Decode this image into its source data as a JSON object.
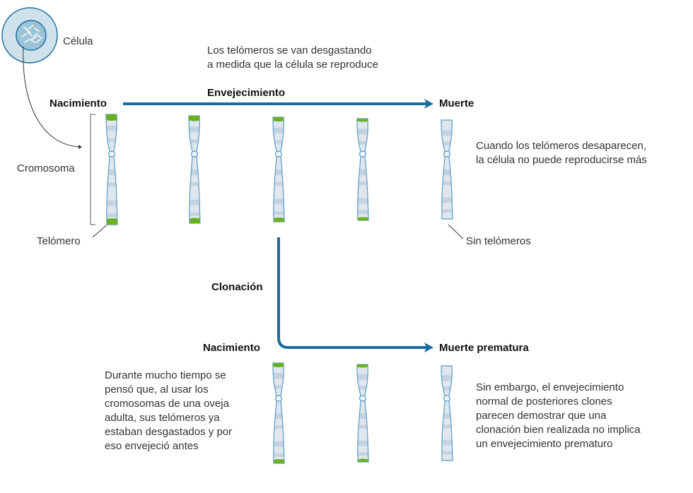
{
  "colors": {
    "arrow": "#1a6d9e",
    "cell_outer_fill": "#cfe2ec",
    "cell_outer_stroke": "#1f6f9f",
    "cell_nucleus_fill": "#9cc3d6",
    "chromosome_fill": "#dfe6ee",
    "chromosome_band": "#c3d3e1",
    "chromosome_stroke": "#5b9cc4",
    "telomere": "#6ab023",
    "text": "#333333",
    "label_bold": "#111111"
  },
  "labels": {
    "cell": "Célula",
    "chromosome": "Cromosoma",
    "telomere": "Telómero",
    "no_telomeres": "Sin telómeros"
  },
  "top_row": {
    "intro_line1": "Los telómeros se van desgastando",
    "intro_line2": "a medida que la célula se reproduce",
    "start": "Nacimiento",
    "process": "Envejecimiento",
    "end": "Muerte",
    "note_line1": "Cuando los telómeros desaparecen,",
    "note_line2": "la célula no puede reproducirse más",
    "chromosomes": [
      {
        "telomere_level": 1.0
      },
      {
        "telomere_level": 0.75
      },
      {
        "telomere_level": 0.5
      },
      {
        "telomere_level": 0.25
      },
      {
        "telomere_level": 0.0
      }
    ]
  },
  "bottom_row": {
    "branch": "Clonación",
    "start": "Nacimiento",
    "end": "Muerte prematura",
    "left_note": [
      "Durante mucho tiempo se",
      "pensó que, al usar los",
      "cromosomas de una oveja",
      "adulta, sus telómeros ya",
      "estaban desgastados y por",
      "eso envejeció antes"
    ],
    "right_note": [
      "Sin embargo, el envejecimiento",
      "normal de posteriores clones",
      "parecen demostrar que una",
      "clonación bien realizada no implica",
      "un envejecimiento prematuro"
    ],
    "chromosomes": [
      {
        "telomere_level": 0.5
      },
      {
        "telomere_level": 0.25
      },
      {
        "telomere_level": 0.0
      }
    ]
  }
}
